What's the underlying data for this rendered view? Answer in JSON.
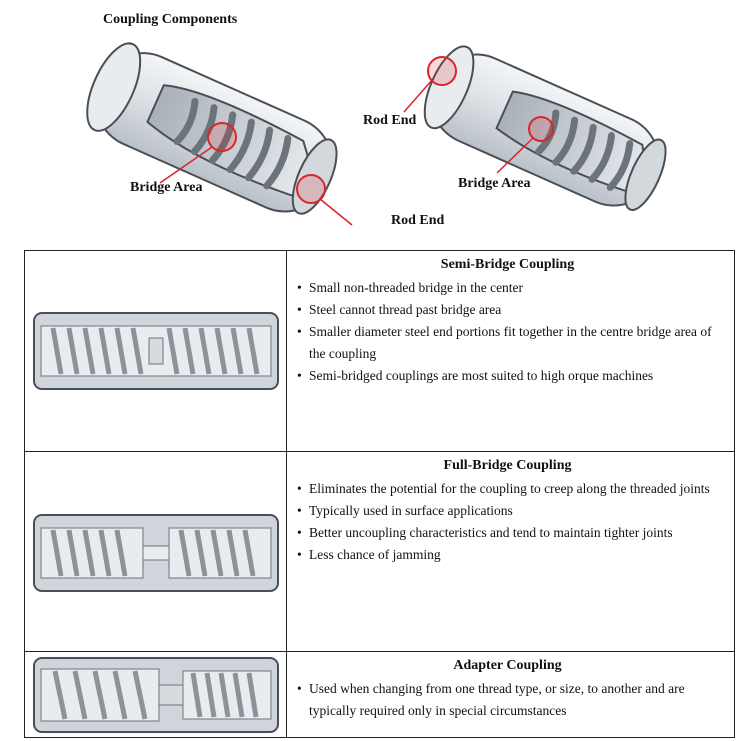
{
  "figure": {
    "title": "Coupling Components",
    "left_labels": {
      "bridge_area": "Bridge Area",
      "rod_end": "Rod End"
    },
    "right_labels": {
      "rod_end": "Rod End",
      "bridge_area": "Bridge Area"
    },
    "colors": {
      "highlight": "#d9262c",
      "body": "#c9cfd6",
      "edge": "#4a4f55"
    }
  },
  "couplings": [
    {
      "title": "Semi-Bridge Coupling",
      "bullets": [
        "Small non-threaded bridge in the center",
        "Steel cannot thread past bridge area",
        "Smaller diameter steel end portions fit together in the centre bridge area of the coupling",
        "Semi-bridged couplings are most  suited to high orque machines"
      ]
    },
    {
      "title": "Full-Bridge Coupling",
      "bullets": [
        "Eliminates the potential for the coupling to creep along the threaded joints",
        "Typically used in surface applications",
        "Better uncoupling characteristics and tend to maintain tighter joints",
        "Less chance of jamming"
      ]
    },
    {
      "title": "Adapter Coupling",
      "bullets": [
        "Used when changing from one thread type, or size, to another and are typically required only in special circumstances"
      ]
    }
  ]
}
